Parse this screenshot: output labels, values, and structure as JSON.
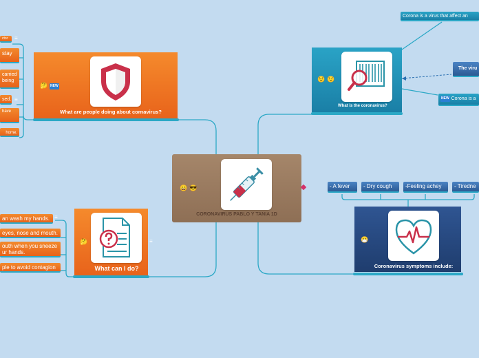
{
  "central": {
    "title": "CORONAVIRUS PABLO Y TANIA 1D",
    "icon": "syringe-icon",
    "emojis": [
      "😄",
      "😎"
    ]
  },
  "what_is": {
    "title": "What is the coronavirus?",
    "icon": "barcode-magnifier-icon",
    "emojis": [
      "😟",
      "😟"
    ],
    "items": [
      {
        "text": "Corona is a virus that affect an"
      },
      {
        "text": "The viru"
      },
      {
        "text": "Corona is a"
      }
    ],
    "new_badge": "NEW"
  },
  "people": {
    "title": "What are people doing about cornavirus?",
    "icon": "shield-icon",
    "emojis": [
      "🤔"
    ],
    "new_badge": "NEW",
    "items": [
      {
        "text": "ctor"
      },
      {
        "text": "stay"
      },
      {
        "text": "carried being"
      },
      {
        "text": "sed."
      },
      {
        "text": "have"
      },
      {
        "text": "home."
      }
    ]
  },
  "what_can": {
    "title": "What can I do?",
    "icon": "document-question-icon",
    "emojis": [
      "🤔"
    ],
    "items": [
      {
        "text": "an wash my hands."
      },
      {
        "text": "eyes, nose and mouth."
      },
      {
        "text": "outh when you sneeze ur hands."
      },
      {
        "text": "ple to avoid contagion"
      }
    ]
  },
  "symptoms": {
    "title": "Coronavirus symptoms include:",
    "icon": "heart-rate-icon",
    "emojis": [
      "😷"
    ],
    "items": [
      {
        "text": "- A fever"
      },
      {
        "text": "- Dry cough"
      },
      {
        "text": "-Feeling achey"
      },
      {
        "text": "- Tiredne"
      }
    ]
  },
  "colors": {
    "background": "#c3dbf0",
    "connector": "#2ba8c6",
    "central": "#a7896d",
    "orange": "#f07b22",
    "teal": "#1f95bd",
    "navy": "#27497f"
  }
}
